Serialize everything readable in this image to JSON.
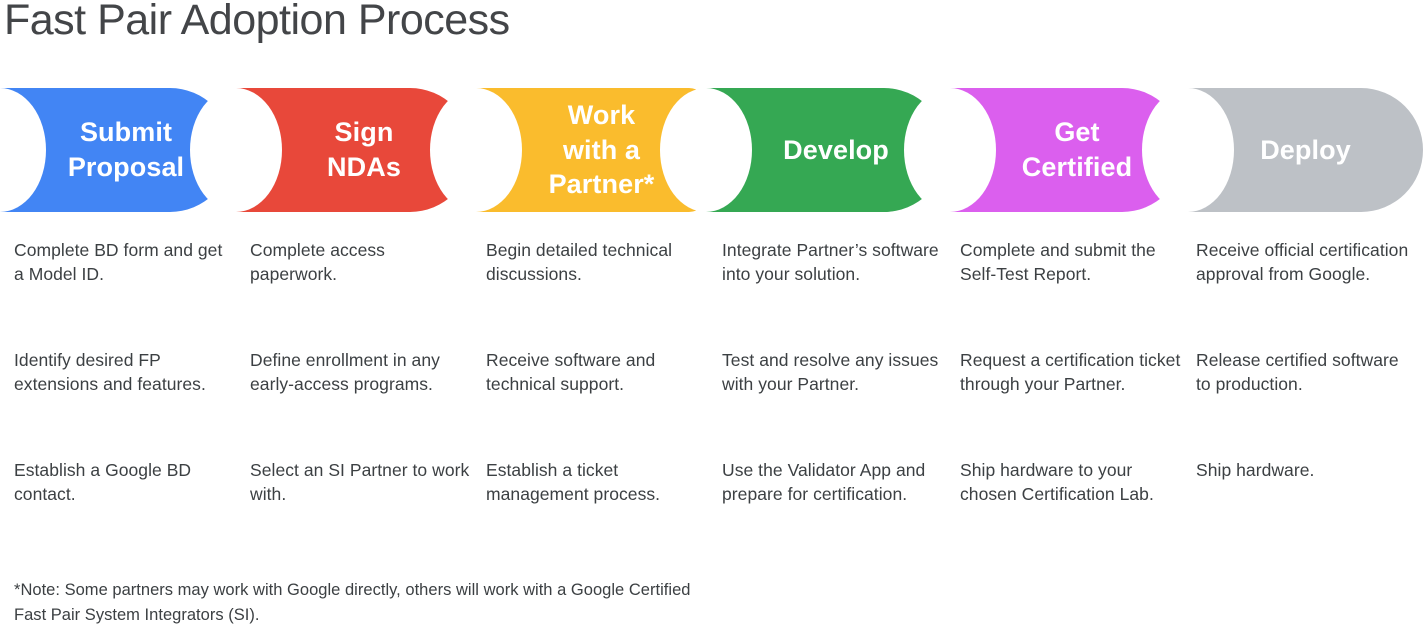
{
  "title": "Fast Pair Adoption Process",
  "colors": {
    "blue": "#4285F4",
    "red": "#E8483A",
    "yellow": "#FABC2D",
    "green": "#35A853",
    "magenta": "#DB5FEE",
    "gray": "#BDC1C6",
    "text": "#3c4043",
    "title": "#434548"
  },
  "stages": [
    {
      "label": "Submit\nProposal",
      "color_key": "blue",
      "details": [
        "Complete BD form and get a Model ID.",
        "Identify desired FP extensions and features.",
        "Establish a Google BD contact."
      ]
    },
    {
      "label": "Sign\nNDAs",
      "color_key": "red",
      "details": [
        "Complete access paperwork.",
        "Define enrollment in any early-access programs.",
        "Select an SI Partner to work with."
      ]
    },
    {
      "label": "Work\nwith a\nPartner*",
      "color_key": "yellow",
      "details": [
        "Begin detailed technical discussions.",
        "Receive software and technical support.",
        "Establish a ticket management process."
      ]
    },
    {
      "label": "Develop",
      "color_key": "green",
      "details": [
        "Integrate Partner’s software into your solution.",
        "Test and resolve any issues with your Partner.",
        "Use the Validator App and prepare for certification."
      ]
    },
    {
      "label": "Get\nCertified",
      "color_key": "magenta",
      "details": [
        "Complete and submit the Self-Test Report.",
        "Request a certification ticket through your Partner.",
        "Ship hardware to your chosen Certification Lab."
      ]
    },
    {
      "label": "Deploy",
      "color_key": "gray",
      "details": [
        "Receive official certification approval from Google.",
        "Release certified software to production.",
        "Ship hardware."
      ]
    }
  ],
  "footnote": "*Note: Some partners may work with Google directly, others will work with a Google Certified Fast Pair System Integrators (SI)."
}
